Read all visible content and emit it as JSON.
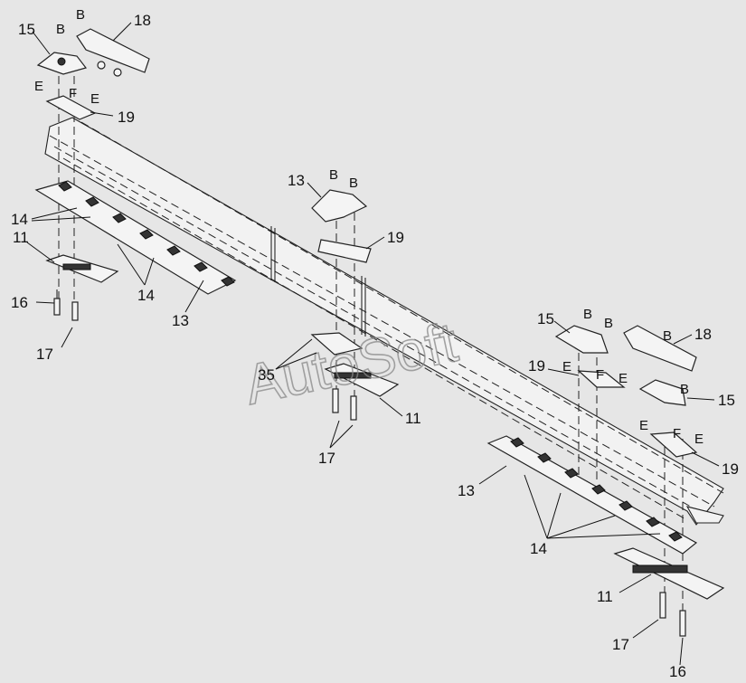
{
  "watermark": "AutoSoft",
  "callouts": {
    "c15a": "15",
    "c18a": "18",
    "c19a": "19",
    "c14a": "14",
    "c11a": "11",
    "c14b": "14",
    "c16a": "16",
    "c13a": "13",
    "c17a": "17",
    "c13b": "13",
    "c19b": "19",
    "c35": "35",
    "c11b": "11",
    "c17b": "17",
    "c15b": "15",
    "c18b": "18",
    "c19c": "19",
    "c15c": "15",
    "c19d": "19",
    "c13c": "13",
    "c14c": "14",
    "c11c": "11",
    "c17c": "17",
    "c16b": "16"
  },
  "letters": {
    "B": "B",
    "E": "E",
    "F": "F"
  }
}
